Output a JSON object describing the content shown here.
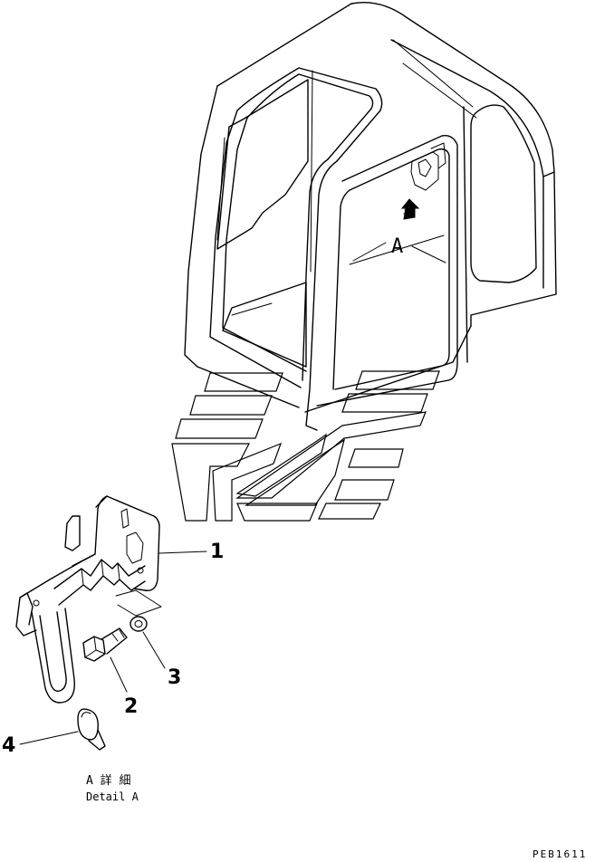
{
  "view_label": "A",
  "callouts": [
    {
      "id": "1",
      "label": "1"
    },
    {
      "id": "2",
      "label": "2"
    },
    {
      "id": "3",
      "label": "3"
    },
    {
      "id": "4",
      "label": "4"
    }
  ],
  "detail_caption": {
    "line1": "A 詳 細",
    "line2": "Detail A"
  },
  "part_code": "PEB1611"
}
